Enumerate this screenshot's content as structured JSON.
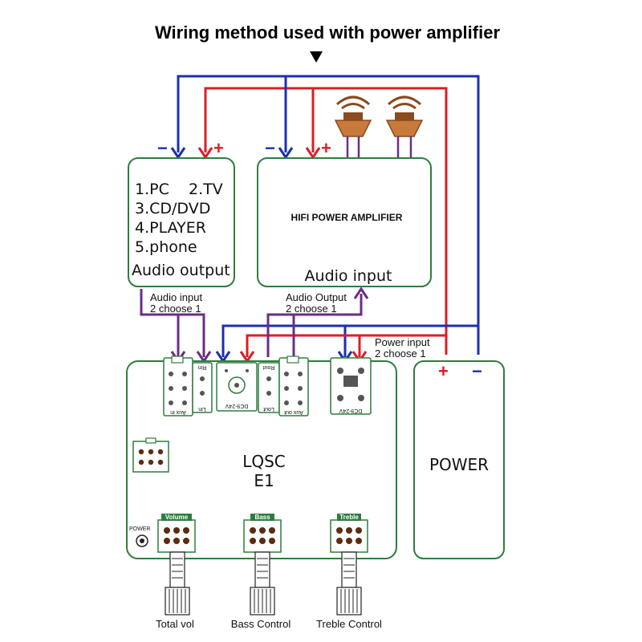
{
  "title": "Wiring method used with power amplifier",
  "source_box": {
    "line1": "1.PC    2.TV",
    "line2": "3.CD/DVD",
    "line3": "4.PLAYER",
    "line4": "5.phone",
    "line5": "Audio output"
  },
  "amp_box": {
    "name": "HIFI POWER AMPLIFIER",
    "input_label": "Audio input"
  },
  "signs": {
    "minus": "−",
    "plus": "+"
  },
  "notes": {
    "audio_input_l1": "Audio input",
    "audio_input_l2": "2 choose 1",
    "audio_output_l1": "Audio Output",
    "audio_output_l2": "2 choose 1",
    "power_input_l1": "Power input",
    "power_input_l2": "2 choose 1"
  },
  "board": {
    "name_l1": "LQSC",
    "name_l2": "E1",
    "jacks": {
      "aux_in": "Aux in",
      "rin": "Rin",
      "lin": "Lin",
      "dc1": "DC9-24V",
      "rout": "Rout",
      "lout": "Lout",
      "aux_out": "Aux out",
      "dc2": "DC9-24V"
    },
    "knobs": {
      "volume": "Volume",
      "bass": "Bass",
      "treble": "Treble"
    },
    "power_led": "POWER"
  },
  "power_box": {
    "label": "POWER"
  },
  "bottom_labels": {
    "total_vol": "Total vol",
    "bass_control": "Bass Control",
    "treble_control": "Treble Control"
  },
  "colors": {
    "negative_wire": "#1c2fb0",
    "positive_wire": "#d81f26",
    "signal_wire": "#6b2d84",
    "board_outline": "#2e7d3e"
  }
}
